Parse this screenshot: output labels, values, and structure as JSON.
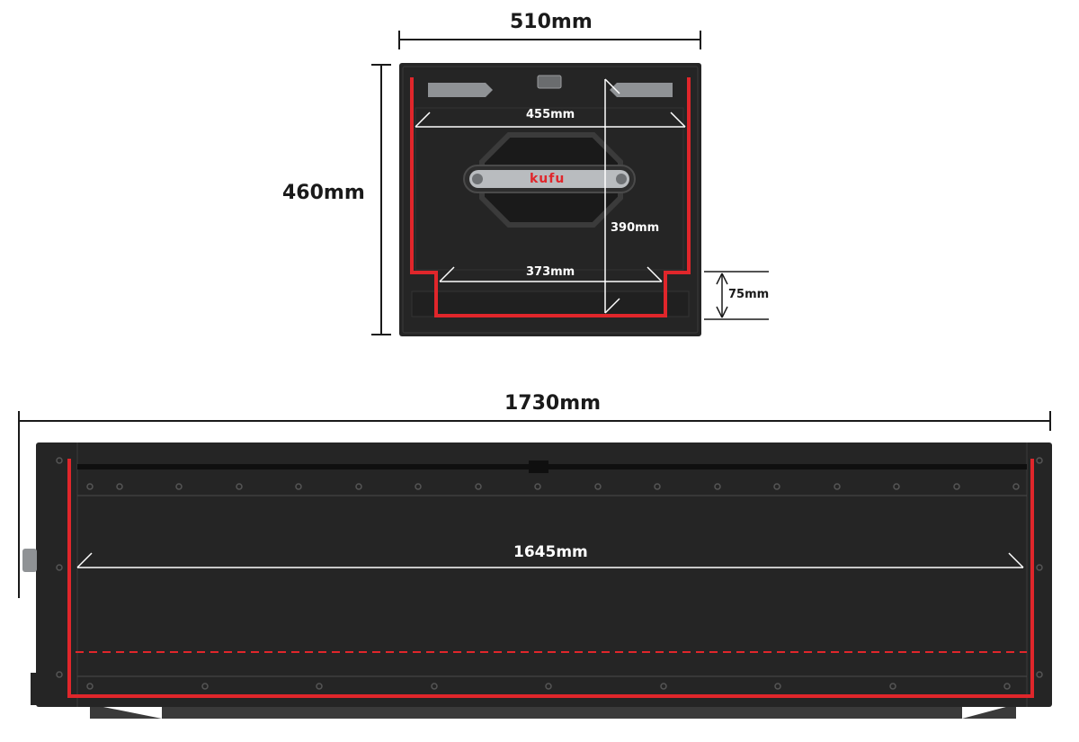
{
  "colors": {
    "body": "#252525",
    "outline_red": "#e0262b",
    "dimension_line_dark": "#1a1a1a",
    "dimension_line_white": "#ffffff",
    "handle_metal": "#b9bcbf"
  },
  "brand": {
    "logo_text": "kufu"
  },
  "front_view": {
    "width_label": "510mm",
    "height_label": "460mm",
    "inner_top_width_label": "455mm",
    "inner_depth_label": "390mm",
    "inner_bottom_width_label": "373mm",
    "step_height_label": "75mm"
  },
  "side_view": {
    "length_label": "1730mm",
    "inner_length_label": "1645mm"
  }
}
